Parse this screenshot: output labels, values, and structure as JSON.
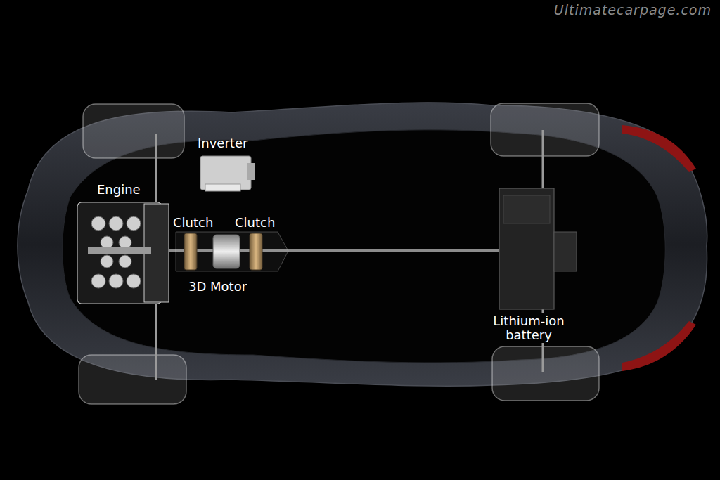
{
  "diagram": {
    "labels": [
      "Ultimatecarpage.com",
      "Inverter",
      "Engine",
      "Clutch",
      "Clutch",
      "3D Motor",
      "Lithium-ion battery"
    ]
  }
}
